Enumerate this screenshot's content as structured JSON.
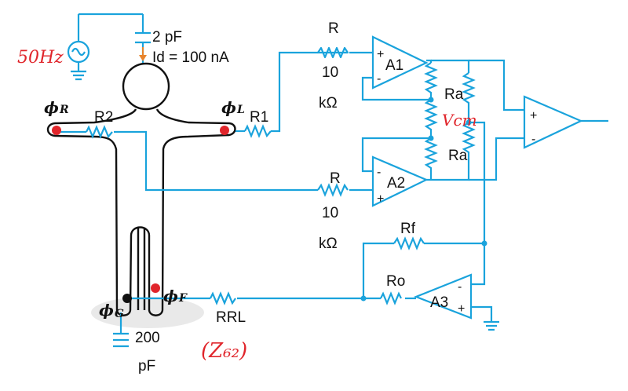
{
  "labels": {
    "cap_top": "2 pF",
    "current": "Id = 100 nA",
    "r_top": "R",
    "r_top_value": "10",
    "r_top_unit": "kΩ",
    "a1": "A1",
    "a2": "A2",
    "a3": "A3",
    "ra_top": "Ra",
    "ra_bottom": "Ra",
    "r1": "R1",
    "r2": "R2",
    "r_bottom": "R",
    "r_bottom_value": "10",
    "r_bottom_unit": "kΩ",
    "rf": "Rf",
    "ro": "Ro",
    "rrl": "RRL",
    "cap_bottom": "200",
    "cap_bottom_unit": "pF",
    "phi_r": "ϕ",
    "phi_r_sub": "R",
    "phi_l": "ϕ",
    "phi_l_sub": "L",
    "phi_f": "ϕ",
    "phi_f_sub": "F",
    "phi_g": "ϕ",
    "phi_g_sub": "G",
    "plus": "+",
    "minus": "-"
  },
  "handwritten": {
    "source": "50Hz",
    "vcm": "Vcm",
    "note": "(Z₆₂)"
  },
  "colors": {
    "wire": "#1aa3dc",
    "body": "#111111",
    "electrode": "#e0252b",
    "annotation": "#e0252b",
    "current_arrow": "#e8842c"
  }
}
